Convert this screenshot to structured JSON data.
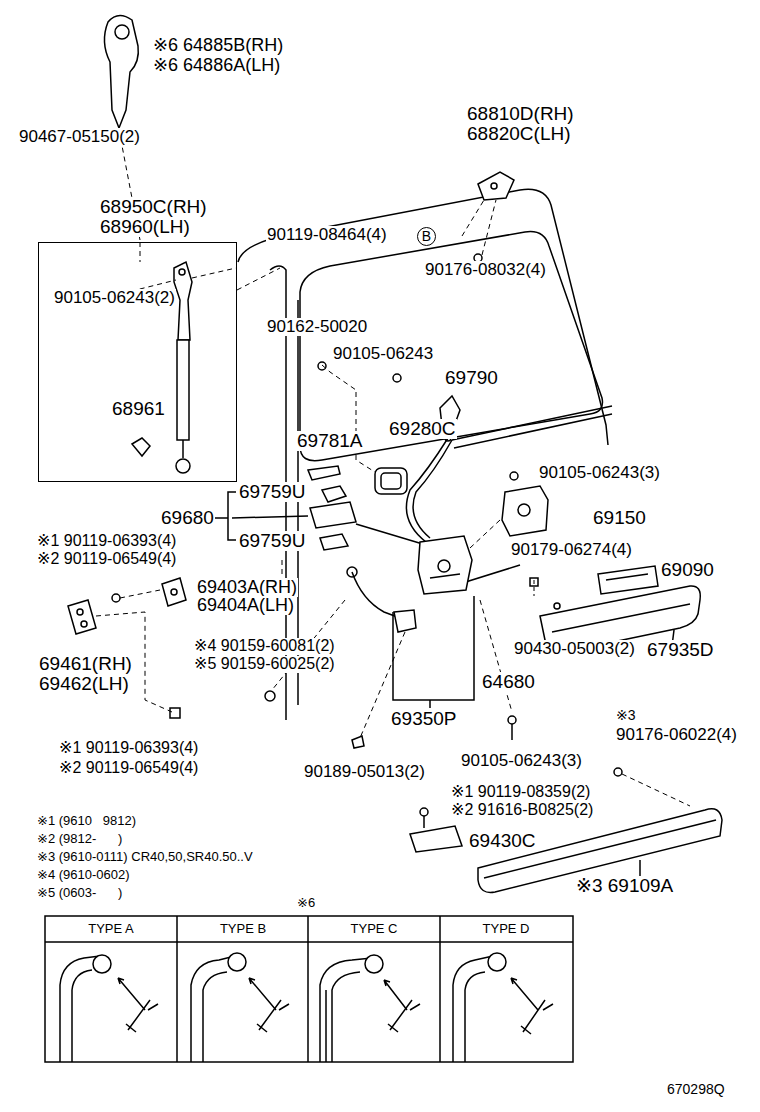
{
  "diagram": {
    "nodes": [
      {
        "text": [
          "68950C(RH)",
          "68960(LH)",
          "90105-06243(2)",
          "68961"
        ]
      }
    ],
    "labels": [
      "※6 64885B(RH)",
      "※6 64886A(LH)",
      "90467-05150(2)",
      "68810D(RH)",
      "68820C(LH)",
      "90119-08464(4)",
      "B",
      "90176-08032(4)",
      "90162-50020",
      "90105-06243",
      "69790",
      "69280C",
      "69781A",
      "90105-06243(3)",
      "69759U",
      "69680",
      "69150",
      "69759U",
      "※1 90119-06393(4)",
      "※2 90119-06549(4)",
      "90179-06274(4)",
      "69090",
      "69403A(RH)",
      "69404A(LH)",
      "※4 90159-60081(2)",
      "※5 90159-60025(2)",
      "90430-05003(2)",
      "67935D",
      "69461(RH)",
      "69462(LH)",
      "64680",
      "69350P",
      "※3",
      "90176-06022(4)",
      "※1 90119-06393(4)",
      "※2 90119-06549(4)",
      "90105-06243(3)",
      "90189-05013(2)",
      "※1 90119-08359(2)",
      "※2 91616-B0825(2)",
      "69430C",
      "※3 69109A",
      "※1 (9610   9812)",
      "※2 (9812-      )",
      "※3 (9610-0111) CR40,50,SR40.50..V",
      "※4 (9610-0602)",
      "※5 (0603-      )",
      "※6",
      "TYPE A",
      "TYPE B",
      "TYPE C",
      "TYPE D",
      "670298Q"
    ]
  }
}
